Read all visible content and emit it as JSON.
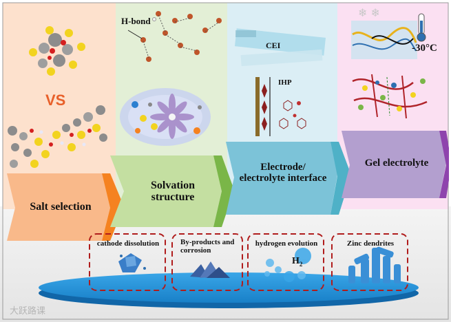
{
  "stages": [
    {
      "label": "Salt selection",
      "color": "#f9b98a"
    },
    {
      "label": "Solvation structure",
      "color": "#c4dfa1"
    },
    {
      "label": "Electrode/ electrolyte interface",
      "color": "#7cc3d8"
    },
    {
      "label": "Gel electrolyte",
      "color": "#b39fcf"
    }
  ],
  "panel_text": {
    "vs": "VS",
    "hbond": "H-bond",
    "cei": "CEI",
    "ihp": "IHP",
    "temperature": "-30°C"
  },
  "problems": [
    {
      "label": "cathode dissolution"
    },
    {
      "label": "By-products and corrosion"
    },
    {
      "label": "hydrogen evolution",
      "formula": "H",
      "subscript": "2"
    },
    {
      "label": "Zinc dendrites"
    }
  ],
  "watermark": "大跃路课",
  "colors": {
    "panel1": "#fde1cd",
    "panel2": "#e3efd6",
    "panel3": "#dbeef5",
    "panel4": "#fbe0f2",
    "arrow_orange": "#f58220",
    "arrow_green": "#7ab648",
    "arrow_teal": "#4fb1c7",
    "arrow_purple": "#8e44ad",
    "box_border": "#b01c1c",
    "disk": "#1b8fd6"
  }
}
